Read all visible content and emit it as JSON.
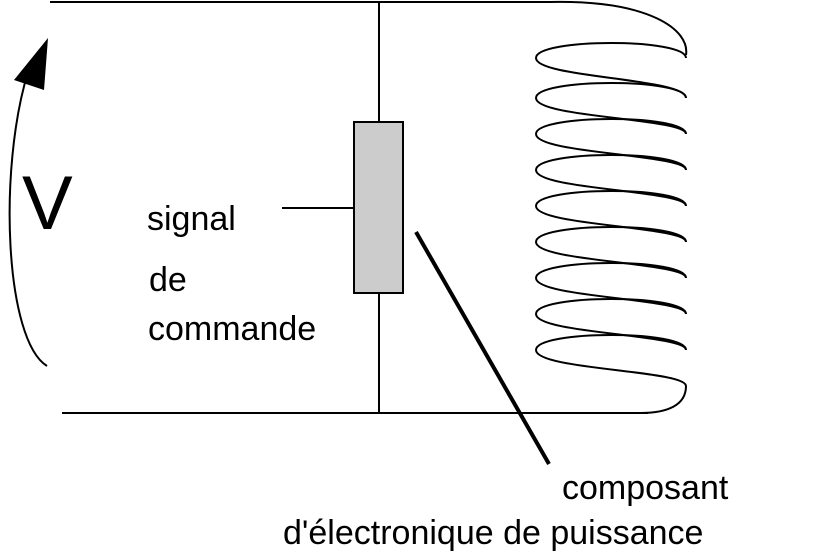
{
  "voltage_label": "V",
  "control_signal": {
    "line1": "signal",
    "line2": "de",
    "line3": "commande"
  },
  "power_component": {
    "line1": "composant",
    "line2": "d'électronique de puissance"
  },
  "colors": {
    "stroke": "#000000",
    "component_fill": "#cccccc",
    "background": "#ffffff"
  }
}
